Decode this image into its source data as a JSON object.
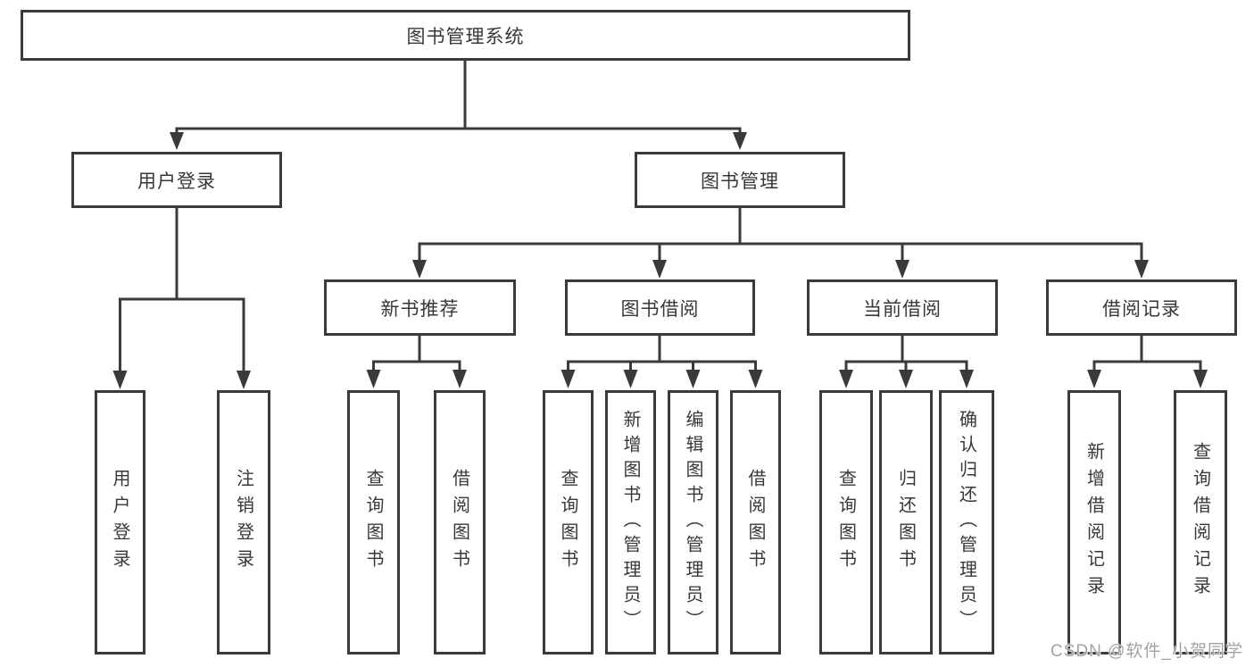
{
  "tree": {
    "label": "图书管理系统",
    "children": [
      {
        "label": "用户登录",
        "children": [
          {
            "label": "用户登录"
          },
          {
            "label": "注销登录"
          }
        ]
      },
      {
        "label": "图书管理",
        "children": [
          {
            "label": "新书推荐",
            "children": [
              {
                "label": "查询图书"
              },
              {
                "label": "借阅图书"
              }
            ]
          },
          {
            "label": "图书借阅",
            "children": [
              {
                "label": "查询图书"
              },
              {
                "label": "新增图书（管理员）"
              },
              {
                "label": "编辑图书（管理员）"
              },
              {
                "label": "借阅图书"
              }
            ]
          },
          {
            "label": "当前借阅",
            "children": [
              {
                "label": "查询图书"
              },
              {
                "label": "归还图书"
              },
              {
                "label": "确认归还（管理员）"
              }
            ]
          },
          {
            "label": "借阅记录",
            "children": [
              {
                "label": "新增借阅记录"
              },
              {
                "label": "查询借阅记录"
              }
            ]
          }
        ]
      }
    ]
  },
  "watermark": {
    "text": "CSDN @软件_小贺同学"
  },
  "colors": {
    "line": "#3a3a3a",
    "text": "#383838",
    "background": "#ffffff",
    "watermark": "#a3a3a3"
  }
}
